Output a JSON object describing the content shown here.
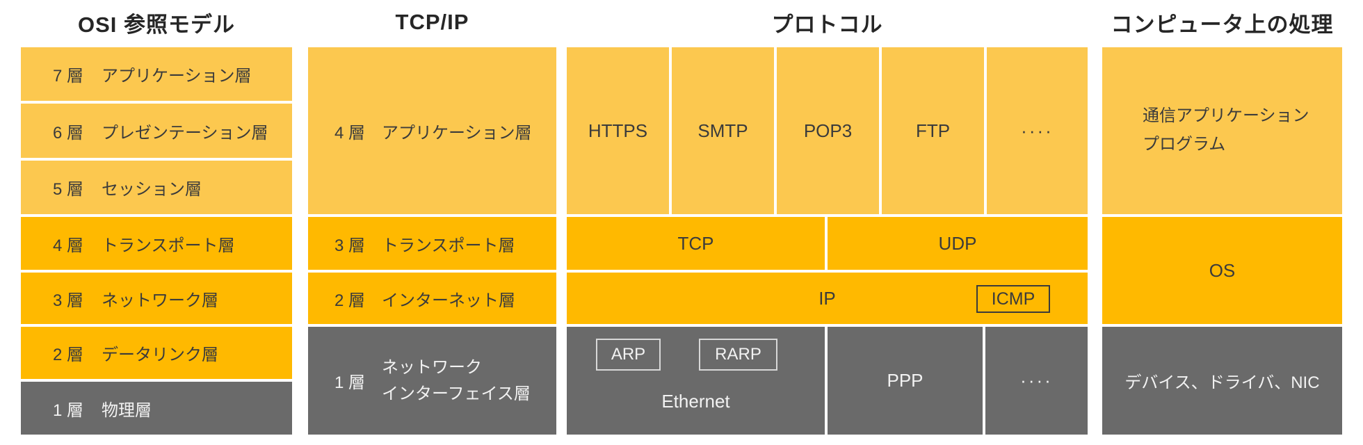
{
  "titles": {
    "osi": "OSI 参照モデル",
    "tcpip": "TCP/IP",
    "protocols": "プロトコル",
    "computer": "コンピュータ上の処理"
  },
  "osi_layers": [
    {
      "num": "7 層",
      "name": "アプリケーション層"
    },
    {
      "num": "6 層",
      "name": "プレゼンテーション層"
    },
    {
      "num": "5 層",
      "name": "セッション層"
    },
    {
      "num": "4 層",
      "name": "トランスポート層"
    },
    {
      "num": "3 層",
      "name": "ネットワーク層"
    },
    {
      "num": "2 層",
      "name": "データリンク層"
    },
    {
      "num": "1 層",
      "name": "物理層"
    }
  ],
  "tcpip_layers": [
    {
      "num": "4 層",
      "name": "アプリケーション層"
    },
    {
      "num": "3 層",
      "name": "トランスポート層"
    },
    {
      "num": "2 層",
      "name": "インターネット層"
    },
    {
      "num": "1 層",
      "name": "ネットワーク\nインターフェイス層"
    }
  ],
  "protocols": {
    "app_row": [
      "HTTPS",
      "SMTP",
      "POP3",
      "FTP",
      "····"
    ],
    "transport_row": [
      "TCP",
      "UDP"
    ],
    "internet_row": {
      "main": "IP",
      "boxed": "ICMP"
    },
    "link_row": {
      "ethernet": {
        "boxes": [
          "ARP",
          "RARP"
        ],
        "label": "Ethernet"
      },
      "ppp": "PPP",
      "more": "····"
    }
  },
  "computer": {
    "app": "通信アプリケーション\nプログラム",
    "os": "OS",
    "device": "デバイス、ドライバ、NIC"
  },
  "colors": {
    "light_orange": "#FCC84F",
    "dark_orange": "#FFB900",
    "gray": "#6A6A6A",
    "text_dark": "#3B3B3B",
    "text_on_gray": "#F2F2F2"
  }
}
